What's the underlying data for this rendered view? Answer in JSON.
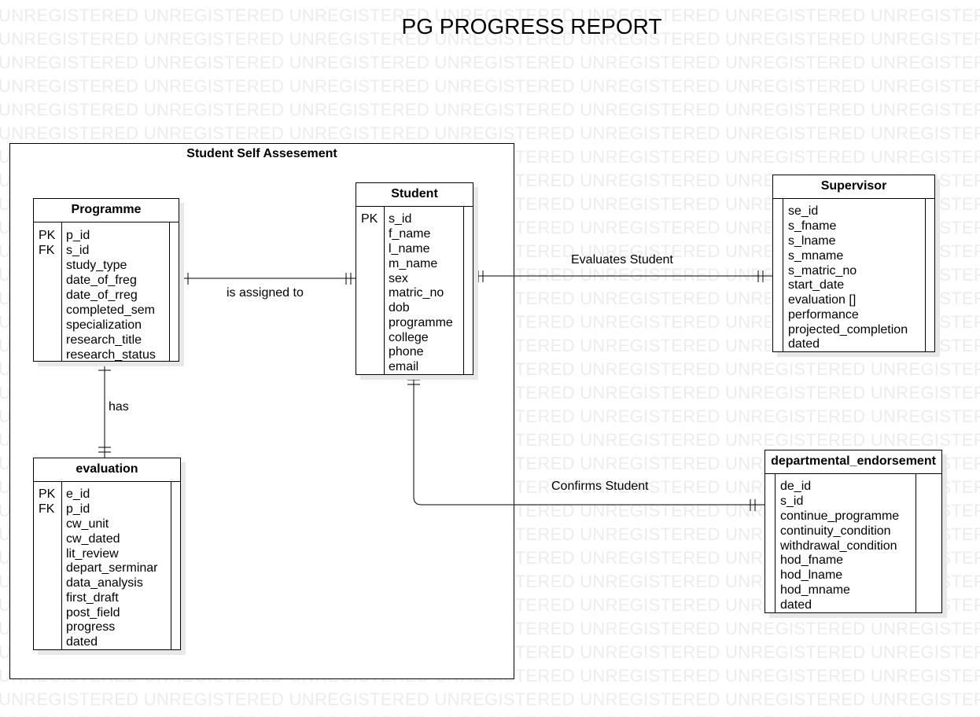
{
  "title": "PG PROGRESS REPORT",
  "watermark_text": "UNREGISTERED",
  "group": {
    "label": "Student Self Assesement"
  },
  "entities": {
    "programme": {
      "name": "Programme",
      "keys": [
        "PK",
        "FK"
      ],
      "attributes": [
        "p_id",
        "s_id",
        "study_type",
        "date_of_freg",
        "date_of_rreg",
        "completed_sem",
        "specialization",
        "research_title",
        "research_status"
      ]
    },
    "student": {
      "name": "Student",
      "keys": [
        "PK"
      ],
      "attributes": [
        "s_id",
        "f_name",
        "l_name",
        "m_name",
        "sex",
        "matric_no",
        "dob",
        "programme",
        "college",
        "phone",
        "email"
      ]
    },
    "supervisor": {
      "name": "Supervisor",
      "keys": [],
      "attributes": [
        "se_id",
        "s_fname",
        "s_lname",
        "s_mname",
        "s_matric_no",
        "start_date",
        "evaluation []",
        "performance",
        "projected_completion",
        "dated"
      ]
    },
    "evaluation": {
      "name": "evaluation",
      "keys": [
        "PK",
        "FK"
      ],
      "attributes": [
        "e_id",
        "p_id",
        "cw_unit",
        "cw_dated",
        "lit_review",
        "depart_serminar",
        "data_analysis",
        "first_draft",
        "post_field",
        "progress",
        "dated"
      ]
    },
    "departmental_endorsement": {
      "name": "departmental_endorsement",
      "keys": [],
      "attributes": [
        "de_id",
        "s_id",
        "continue_programme",
        "continuity_condition",
        "withdrawal_condition",
        "hod_fname",
        "hod_lname",
        "hod_mname",
        "dated"
      ]
    }
  },
  "relationships": {
    "programme_student": "is assigned to",
    "student_supervisor": "Evaluates Student",
    "programme_evaluation": "has",
    "student_endorsement": "Confirms Student"
  }
}
